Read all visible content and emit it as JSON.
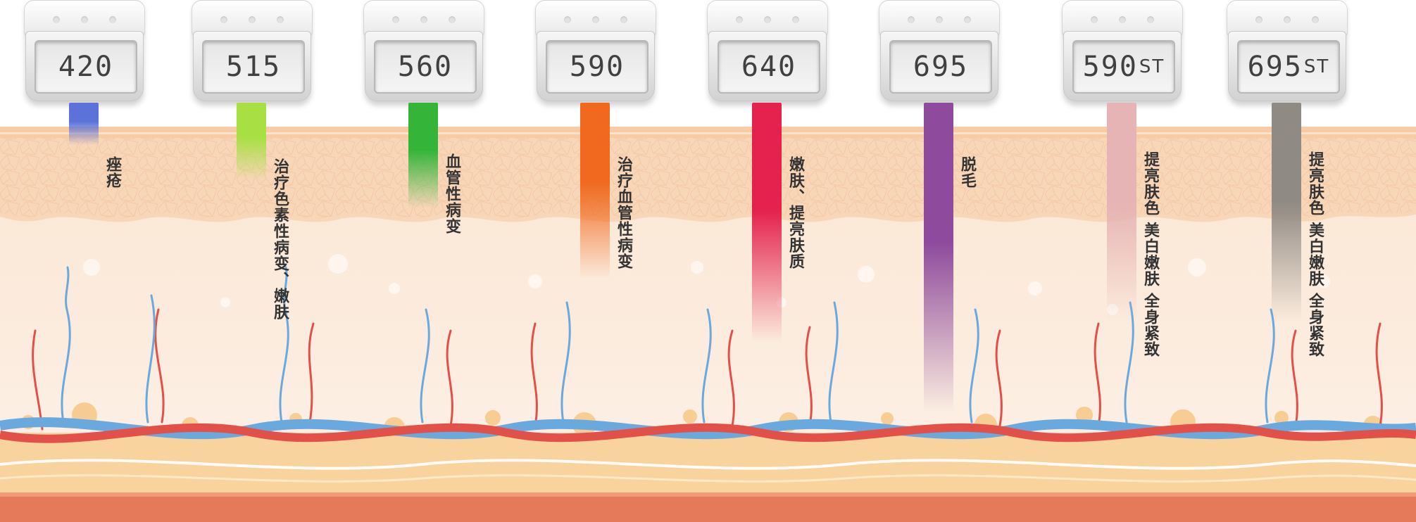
{
  "filters": [
    {
      "value": "420",
      "suffix": "",
      "color": "#5b73d8",
      "label": "痤疮"
    },
    {
      "value": "515",
      "suffix": "",
      "color": "#a8e043",
      "label": "治疗色素性病变、嫩肤"
    },
    {
      "value": "560",
      "suffix": "",
      "color": "#34b53a",
      "label": "血管性病变"
    },
    {
      "value": "590",
      "suffix": "",
      "color": "#f0691f",
      "label": "治疗血管性病变"
    },
    {
      "value": "640",
      "suffix": "",
      "color": "#e4224d",
      "label": "嫩肤、提亮肤质"
    },
    {
      "value": "695",
      "suffix": "",
      "color": "#8e4a9c",
      "label": "脱毛"
    },
    {
      "value": "590",
      "suffix": "ST",
      "color": "#e6b4b4",
      "label": "提亮肤色 美白嫩肤 全身紧致"
    },
    {
      "value": "695",
      "suffix": "ST",
      "color": "#8f8a84",
      "label": "提亮肤色 美白嫩肤 全身紧致"
    }
  ],
  "colors": {
    "epidermis": "#f9dcc3",
    "dermis": "#fde9d9",
    "fat": "#f6c98c",
    "artery": "#e2504a",
    "vein": "#6aa9de",
    "muscle": "#e47a5a"
  }
}
